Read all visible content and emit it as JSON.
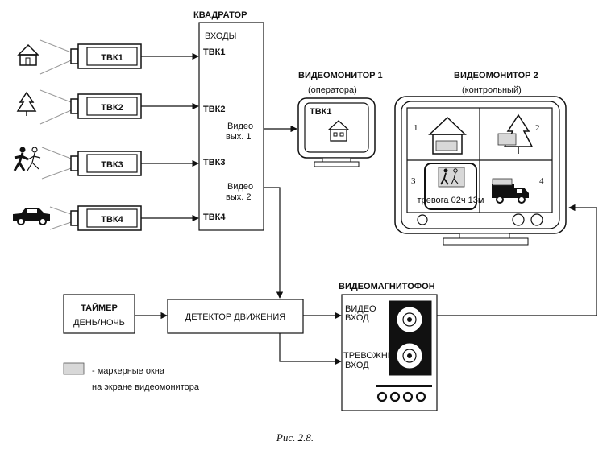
{
  "quad": {
    "title": "КВАДРАТОР",
    "inputs_label": "ВХОДЫ",
    "ports": [
      "ТВК1",
      "ТВК2",
      "ТВК3",
      "ТВК4"
    ],
    "out1_line1": "Видео",
    "out1_line2": "вых. 1",
    "out2_line1": "Видео",
    "out2_line2": "вых. 2"
  },
  "cameras": [
    "ТВК1",
    "ТВК2",
    "ТВК3",
    "ТВК4"
  ],
  "monitor1": {
    "title": "ВИДЕОМОНИТОР 1",
    "subtitle": "(оператора)",
    "screen_label": "ТВК1"
  },
  "monitor2": {
    "title": "ВИДЕОМОНИТОР 2",
    "subtitle": "(контрольный)",
    "cells": [
      "1",
      "2",
      "3",
      "4"
    ],
    "alarm_text": "тревога 02ч 13м"
  },
  "timer": {
    "line1": "ТАЙМЕР",
    "line2": "ДЕНЬ/НОЧЬ"
  },
  "detector": {
    "label": "ДЕТЕКТОР ДВИЖЕНИЯ"
  },
  "vcr": {
    "title": "ВИДЕОМАГНИТОФОН",
    "video_in_1": "ВИДЕО",
    "video_in_2": "ВХОД",
    "alarm_in_1": "ТРЕВОЖНЫЙ",
    "alarm_in_2": "ВХОД"
  },
  "legend": {
    "line1": "- маркерные окна",
    "line2": "на экране видеомонитора"
  },
  "caption": "Рис. 2.8."
}
